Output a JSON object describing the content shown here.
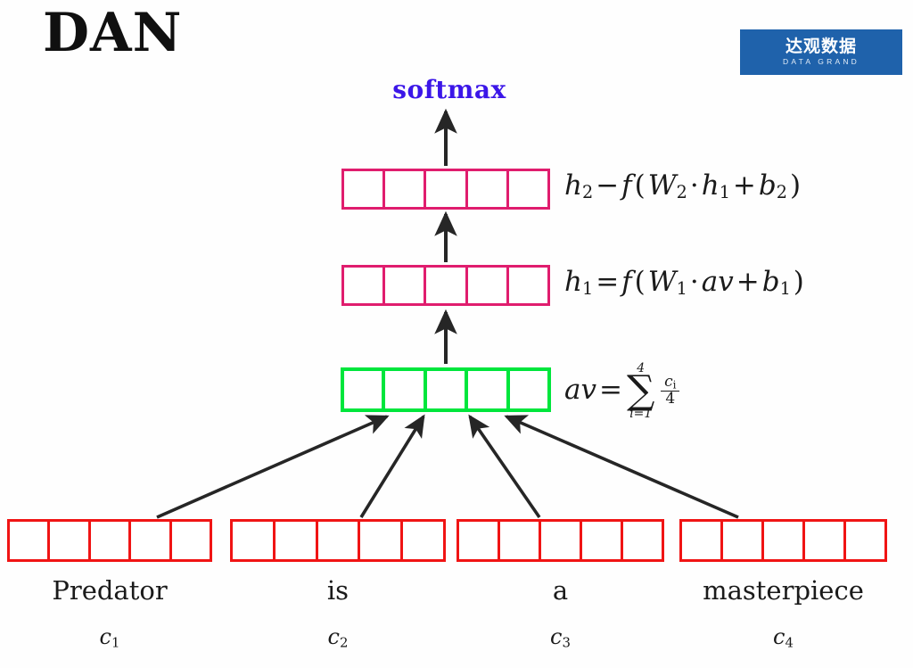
{
  "title": "DAN",
  "logo": {
    "cn": "达观数据",
    "en": "DATA GRAND",
    "bg_color": "#1f62ab"
  },
  "softmax_label": "softmax",
  "colors": {
    "hidden_layer": "#e01d6e",
    "average_layer": "#00e63c",
    "word_vector": "#f01414",
    "softmax_text": "#3b16e8",
    "arrow": "#262626",
    "background": "#fefefe"
  },
  "layers": {
    "h2": {
      "name": "h2",
      "cells": 5,
      "color": "#e01d6e",
      "equation": {
        "lhs_var": "h",
        "lhs_sub": "2",
        "relation": "−",
        "func": "f",
        "weight_var": "W",
        "weight_sub": "2",
        "dot": "·",
        "input_var": "h",
        "input_sub": "1",
        "plus": "+",
        "bias_var": "b",
        "bias_sub": "2",
        "full": "h2 − f(W2 · h1 + b2)"
      }
    },
    "h1": {
      "name": "h1",
      "cells": 5,
      "color": "#e01d6e",
      "equation": {
        "lhs_var": "h",
        "lhs_sub": "1",
        "relation": "=",
        "func": "f",
        "weight_var": "W",
        "weight_sub": "1",
        "dot": "·",
        "input_var": "av",
        "input_sub": "",
        "plus": "+",
        "bias_var": "b",
        "bias_sub": "1",
        "full": "h1 = f(W1 · av + b1)"
      }
    },
    "av": {
      "name": "av",
      "cells": 5,
      "color": "#00e63c",
      "equation": {
        "lhs_var": "av",
        "relation": "=",
        "sigma": "∑",
        "sum_upper": "4",
        "sum_lower": "i=1",
        "numerator_var": "c",
        "numerator_sub": "i",
        "denominator": "4",
        "full": "av = ∑(i=1..4) ci/4"
      }
    }
  },
  "words": [
    {
      "text": "Predator",
      "symbol": "c",
      "sub": "1",
      "cells": 5,
      "color": "#f01414"
    },
    {
      "text": "is",
      "symbol": "c",
      "sub": "2",
      "cells": 5,
      "color": "#f01414"
    },
    {
      "text": "a",
      "symbol": "c",
      "sub": "3",
      "cells": 5,
      "color": "#f01414"
    },
    {
      "text": "masterpiece",
      "symbol": "c",
      "sub": "4",
      "cells": 5,
      "color": "#f01414"
    }
  ]
}
